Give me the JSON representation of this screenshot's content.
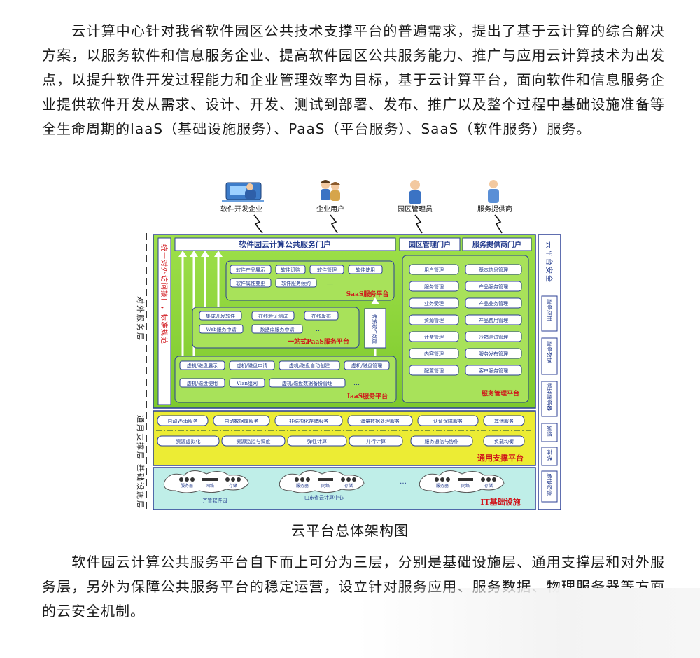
{
  "intro_paragraph": "云计算中心针对我省软件园区公共技术支撑平台的普遍需求，提出了基于云计算的综合解决方案，以服务软件和信息服务企业、提高软件园区公共服务能力、推广与应用云计算技术为出发点，以提升软件开发过程能力和企业管理效率为目标，基于云计算平台，面向软件和信息服务企业提供软件开发从需求、设计、开发、测试到部署、发布、推广以及整个过程中基础设施准备等全生命周期的IaaS（基础设施服务）、PaaS（平台服务）、SaaS（软件服务）服务。",
  "figure": {
    "caption": "云平台总体架构图",
    "colors": {
      "green": "#8ed63a",
      "yellow": "#ecec34",
      "cyan": "#bfeee8",
      "border": "#2b3f95",
      "text": "#223a8c",
      "red": "#d0141a"
    },
    "users": [
      {
        "label": "软件开发企业",
        "icon": "developer-icon"
      },
      {
        "label": "企业用户",
        "icon": "users-icon"
      },
      {
        "label": "园区管理员",
        "icon": "admin-icon"
      },
      {
        "label": "服务提供商",
        "icon": "provider-icon"
      }
    ],
    "left_layers": [
      "对外服务层",
      "通用支撑层",
      "基础设施层"
    ],
    "unified_access": "统一对外访问接口，标准规范",
    "public_portal": "软件园云计算公共服务门户",
    "park_portal": "园区管理门户",
    "provider_portal": "服务提供商门户",
    "saas": {
      "title": "SaaS服务平台",
      "items": [
        "软件产品展示",
        "软件订购",
        "软件管理",
        "软件使用",
        "软件属性变更",
        "软件服务续约"
      ],
      "ellipsis": "…"
    },
    "paas": {
      "title": "一站式PaaS服务平台",
      "items": [
        "集成开发软件",
        "在线验证测试",
        "在线发布",
        "Web服务申请",
        "数据库服务申请"
      ],
      "ellipsis": "…",
      "legacy": "传统软件改造"
    },
    "iaas": {
      "title": "IaaS服务平台",
      "items": [
        "虚机/磁盘展示",
        "虚机/磁盘申请",
        "虚机/磁盘自动创建",
        "虚机/磁盘管理",
        "虚机/磁盘使用",
        "Vlan组网",
        "虚机/磁盘数据备份管理"
      ],
      "ellipsis": "…"
    },
    "mgmt": {
      "title": "服务管理平台",
      "left": [
        "用户管理",
        "服务管理",
        "业务受理",
        "资源管理",
        "计费管理",
        "内容管理",
        "配置管理"
      ],
      "right": [
        "基本信息管理",
        "产品服务管理",
        "产品业务管理",
        "产品费用管理",
        "沙箱测试管理",
        "服务发布管理",
        "客户服务管理"
      ]
    },
    "support": {
      "title": "通用支撑平台",
      "row1": [
        "自动Web服务",
        "自动数据库服务",
        "非结构化存储服务",
        "海量数据处理服务",
        "认证保障服务",
        "其他服务"
      ],
      "row2": [
        "资源虚拟化",
        "资源监控与调度",
        "弹性计算",
        "并行计算",
        "服务通信与协作",
        "负载均衡"
      ]
    },
    "infra": {
      "title": "IT基础设施",
      "clouds": [
        {
          "labels": [
            "服务器",
            "网络",
            "存储"
          ],
          "name": "齐鲁软件园"
        },
        {
          "labels": [
            "服务器",
            "网络",
            "存储"
          ],
          "name": "山东省云计算中心"
        },
        {
          "labels": [
            "服务器",
            "网络",
            "存储"
          ],
          "name": ""
        }
      ],
      "ellipsis": "…"
    },
    "security": {
      "title": "云平台安全",
      "items": [
        "服务应用",
        "服务数据",
        "物理服务器",
        "网络",
        "存储",
        "虚拟资源"
      ]
    }
  },
  "body_paragraph": "软件园云计算公共服务平台自下而上可分为三层，分别是基础设施层、通用支撑层和对外服务层，另外为保障公共服务平台的稳定运营，设立针对服务应用、服务数据、物理服务器等方面的云安全机制。"
}
